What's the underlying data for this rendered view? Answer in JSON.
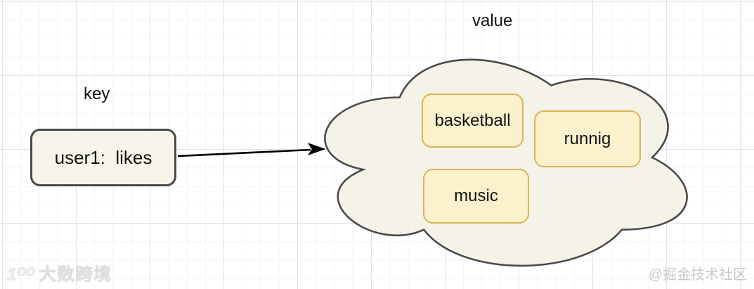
{
  "diagram": {
    "key_label": "key",
    "value_label": "value",
    "key_node_text": "user1:  likes",
    "value_items": [
      {
        "label": "basketball"
      },
      {
        "label": "runnig"
      },
      {
        "label": "music"
      }
    ]
  },
  "watermarks": {
    "bottom_left_logo": "1ᴼᴼ",
    "bottom_left_text": "大数跨境",
    "bottom_right_text": "@掘金技术社区"
  },
  "icons": {
    "cloud_shape": "cloud-shape",
    "arrow": "right-arrow"
  },
  "colors": {
    "cloud_fill": "#F5F3E7",
    "cloud_stroke": "#4A4A4A",
    "key_node_fill": "#F7F5EA",
    "key_node_stroke": "#4A4A4A",
    "item_fill": "#FCF1CD",
    "item_stroke": "#D6B656",
    "arrow": "#000000",
    "grid_minor": "#F4F4F4",
    "grid_major": "#E2E2E2",
    "text": "#141414",
    "watermark_left": "#F3F3F3",
    "watermark_right": "#C9C9C9"
  }
}
